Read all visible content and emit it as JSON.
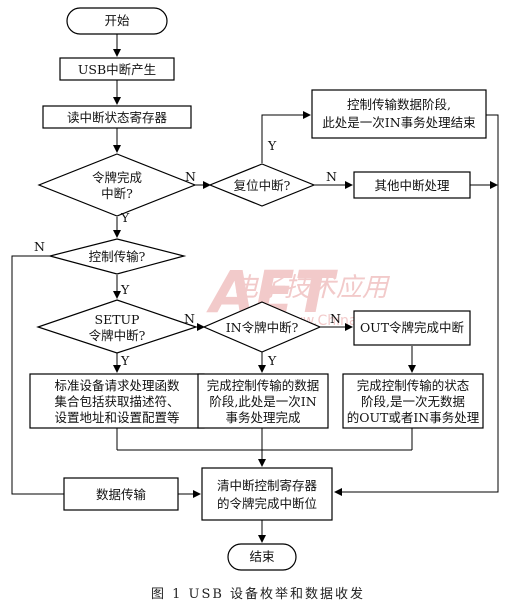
{
  "nodes": {
    "start": "开始",
    "usb_interrupt": "USB中断产生",
    "read_status": "读中断状态寄存器",
    "token_done_q": [
      "令牌完成",
      "中断?"
    ],
    "reset_q": "复位中断?",
    "ctrl_data_phase": [
      "控制传输数据阶段,",
      "此处是一次IN事务处理结束"
    ],
    "other_interrupt": "其他中断处理",
    "ctrl_transfer_q": "控制传输?",
    "setup_q": [
      "SETUP",
      "令牌中断?"
    ],
    "in_token_q": "IN令牌中断?",
    "out_token_done": "OUT令牌完成中断",
    "std_request": [
      "标准设备请求处理函数",
      "集合包括获取描述符、",
      "设置地址和设置配置等"
    ],
    "ctrl_data_in": [
      "完成控制传输的数据",
      "阶段,此处是一次IN",
      "事务处理完成"
    ],
    "ctrl_status": [
      "完成控制传输的状态",
      "阶段,是一次无数据",
      "的OUT或者IN事务处理"
    ],
    "data_transfer": "数据传输",
    "clear_bit": [
      "清中断控制寄存器",
      "的令牌完成中断位"
    ],
    "end": "结束"
  },
  "labels": {
    "yes": "Y",
    "no": "N"
  },
  "watermark": {
    "logo_text": "AET",
    "cn_text": "电子技术应用",
    "url": "www.ChinaAET.com",
    "color": "#e8a0a0"
  },
  "caption": "图 1   USB 设备枚举和数据收发"
}
